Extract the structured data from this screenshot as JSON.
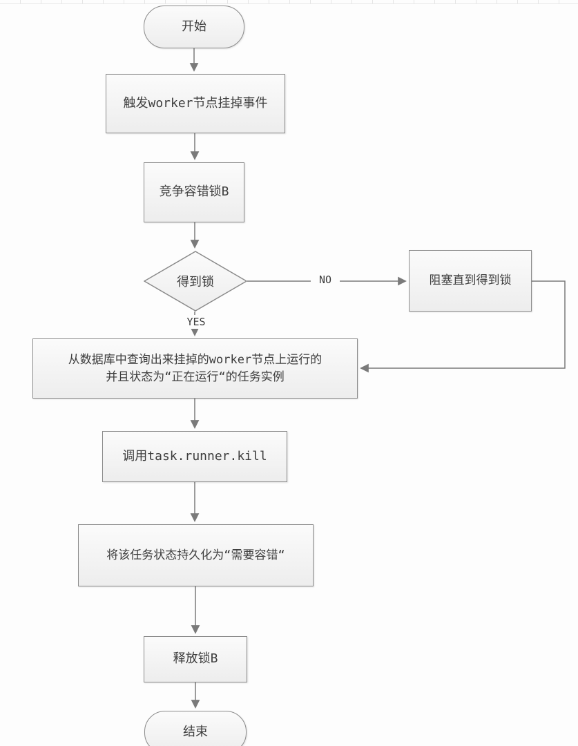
{
  "flowchart": {
    "nodes": {
      "start": "开始",
      "trigger": "触发worker节点挂掉事件",
      "compete": "竞争容错锁B",
      "decision": "得到锁",
      "block": "阻塞直到得到锁",
      "query_line1": "从数据库中查询出来挂掉的worker节点上运行的",
      "query_line2": "并且状态为“正在运行“的任务实例",
      "kill": "调用task.runner.kill",
      "persist": "将该任务状态持久化为“需要容错“",
      "release": "释放锁B",
      "end": "结束"
    },
    "edge_labels": {
      "no": "NO",
      "yes": "YES"
    },
    "colors": {
      "node_border": "#8a8a8a",
      "node_fill_top": "#fbfbfb",
      "node_fill_bottom": "#ededed",
      "connector": "#7a7a7a",
      "text": "#3d3d3d",
      "background": "#fdfdfd"
    }
  }
}
